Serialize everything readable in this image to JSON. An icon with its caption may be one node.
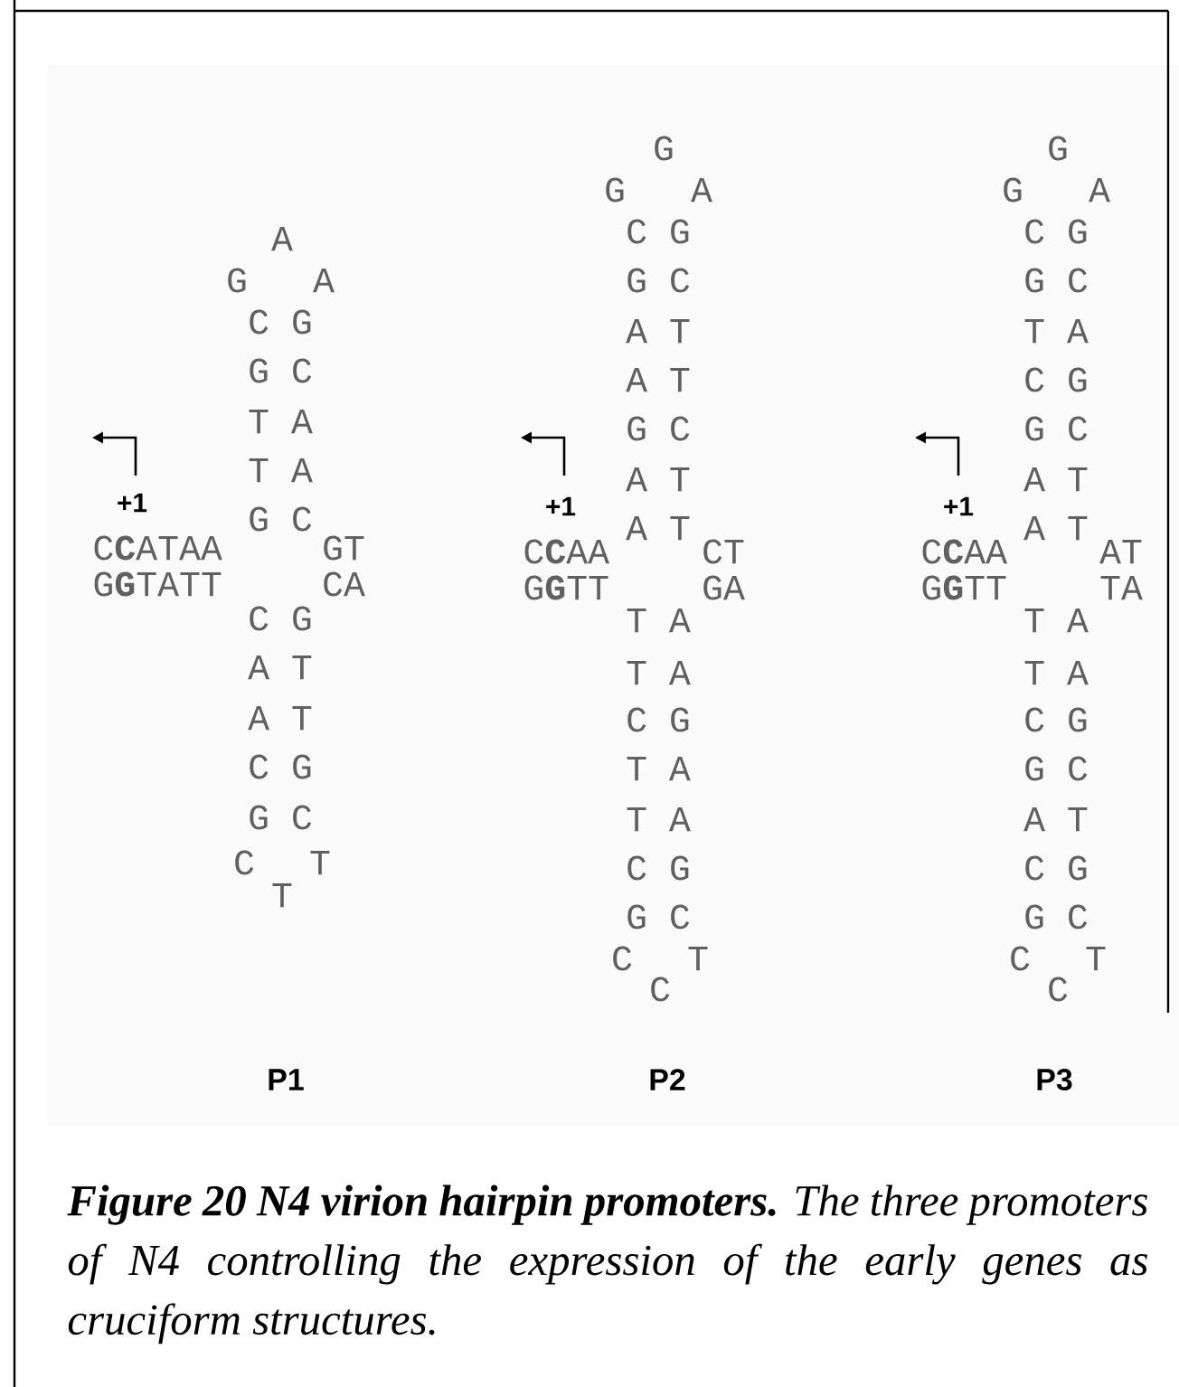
{
  "diagram": {
    "caption": "**Figure 20 N4 virion hairpin promoters.** The three promoters of N4 controlling the expression of the early genes as cruciform structures.",
    "labels": [
      "A",
      "G",
      "A",
      "C G",
      "G C",
      "T A",
      "T A",
      "+1",
      "G C",
      "C**C**ATAA",
      "GT",
      "G**G**TATT",
      "CA",
      "C G",
      "A T",
      "A T",
      "C G",
      "G C",
      "C",
      "T",
      "T",
      "G",
      "G",
      "A",
      "C G",
      "G C",
      "A T",
      "A T",
      "G C",
      "A T",
      "+1",
      "A T",
      "C**C**AA",
      "CT",
      "G**G**TT",
      "GA",
      "T A",
      "T A",
      "C G",
      "T A",
      "T A",
      "C G",
      "G C",
      "C",
      "T",
      "C",
      "G",
      "G",
      "A",
      "C G",
      "G C",
      "T A",
      "C G",
      "G C",
      "A T",
      "+1",
      "A T",
      "C**C**AA",
      "AT",
      "G**G**TT",
      "TA",
      "T A",
      "T A",
      "C G",
      "G C",
      "A T",
      "C G",
      "G C",
      "C",
      "T",
      "C",
      "P1",
      "P2",
      "P3"
    ]
  }
}
